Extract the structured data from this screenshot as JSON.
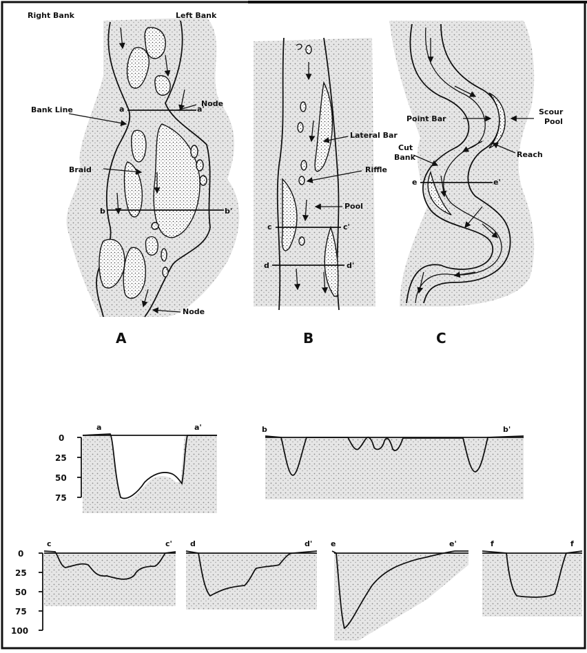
{
  "panel_A": {
    "right_bank": "Right Bank",
    "left_bank": "Left Bank",
    "bank_line": "Bank Line",
    "node_top": "Node",
    "braid": "Braid",
    "node_bottom": "Node",
    "sec_a": "a",
    "sec_a_prime": "a'",
    "sec_b": "b",
    "sec_b_prime": "b'",
    "caption": "A"
  },
  "panel_B": {
    "lateral_bar": "Lateral Bar",
    "riffle": "Riffle",
    "pool": "Pool",
    "sec_c": "c",
    "sec_c_prime": "c'",
    "sec_d": "d",
    "sec_d_prime": "d'",
    "caption": "B"
  },
  "panel_C": {
    "point_bar": "Point Bar",
    "scour_pool_1": "Scour",
    "scour_pool_2": "Pool",
    "reach": "Reach",
    "cut_bank_1": "Cut",
    "cut_bank_2": "Bank",
    "sec_e": "e",
    "sec_e_prime": "e'",
    "caption": "C"
  },
  "sections": {
    "a": "a",
    "a_prime": "a'",
    "b": "b",
    "b_prime": "b'",
    "c": "c",
    "c_prime": "c'",
    "d": "d",
    "d_prime": "d'",
    "e": "e",
    "e_prime": "e'",
    "f": "f",
    "f_prime": "f"
  },
  "axis_top": {
    "t0": "0",
    "t25": "25",
    "t50": "50",
    "t75": "75"
  },
  "axis_bottom": {
    "t0": "0",
    "t25": "25",
    "t50": "50",
    "t75": "75",
    "t100": "100"
  }
}
